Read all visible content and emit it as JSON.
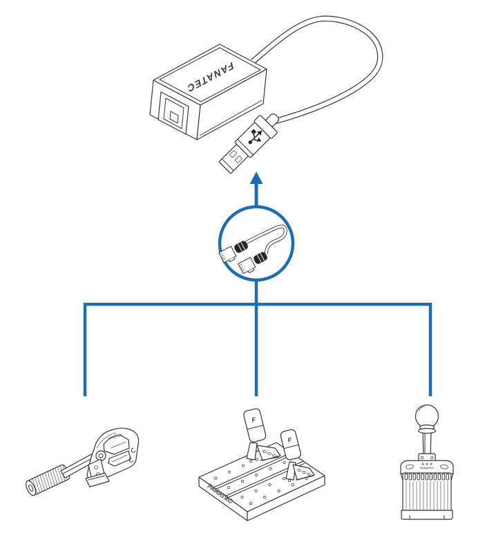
{
  "colors": {
    "accent_blue": "#1f6cb2",
    "line_dark": "#333333",
    "background": "#ffffff"
  },
  "icons": [
    "usb-trident-icon",
    "up-arrow-icon",
    "connection-circle-badge"
  ],
  "adapter": {
    "label": "FANATEC"
  },
  "devices": {
    "handbrake": {
      "label": "FANATEC"
    },
    "pedals": {
      "label": "FANATEC",
      "pedal_badge": "F"
    },
    "shifter": {
      "label": "FANATEC"
    }
  }
}
